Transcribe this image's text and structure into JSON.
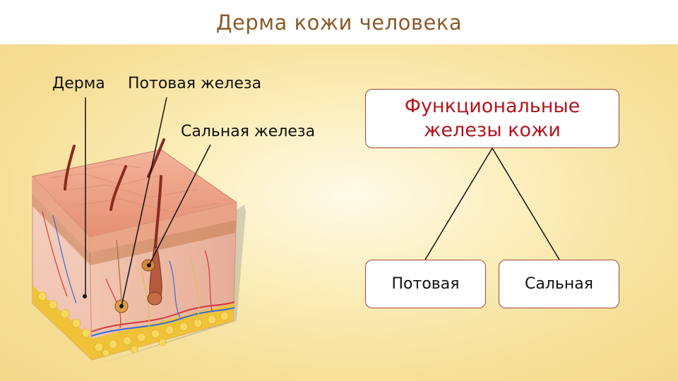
{
  "title": "Дерма кожи человека",
  "labels": {
    "derma": "Дерма",
    "sweat_gland": "Потовая железа",
    "sebaceous_gland": "Сальная железа"
  },
  "tree": {
    "root": "Функциональные железы кожи",
    "children": [
      "Потовая",
      "Сальная"
    ]
  },
  "colors": {
    "title": "#8b5a2b",
    "root_text": "#b3141e",
    "box_border": "#9a4a3a"
  }
}
